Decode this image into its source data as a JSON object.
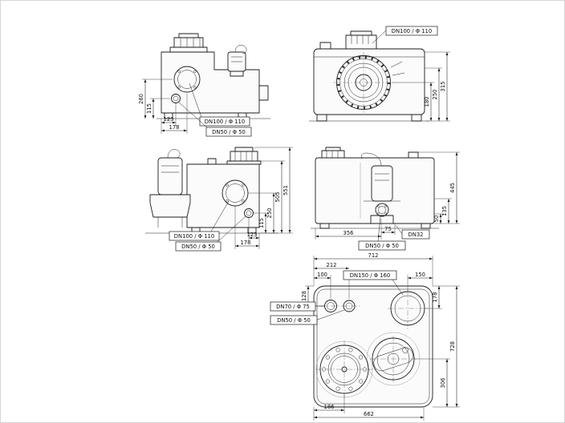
{
  "meta": {
    "background": "#ffffff",
    "ink": "#1c1c1c"
  },
  "views": {
    "side_left": {
      "dims": {
        "h260": "260",
        "h115": "115",
        "w123": "123",
        "w178": "178"
      },
      "labels": {
        "dn100": "DN100 /  Φ 110",
        "dn50": "DN50 /  Φ 50"
      }
    },
    "front": {
      "labels": {
        "dn100": "DN100 /  Φ 110"
      },
      "dims": {
        "h315": "315",
        "h250": "250",
        "h180": "180"
      }
    },
    "side_left_pump": {
      "dims": {
        "h505": "505",
        "h551": "551",
        "h250": "250",
        "h115": "115",
        "w123": "123",
        "w178": "178"
      },
      "labels": {
        "dn100": "DN100 /  Φ 110",
        "dn50": "DN50 /  Φ 50"
      }
    },
    "side_right": {
      "dims": {
        "h445": "445",
        "h135": "135",
        "h50": "50",
        "w356": "356",
        "w75": "75"
      },
      "labels": {
        "dn32": "DN32",
        "dn50": "DN50 /  Φ 50"
      }
    },
    "plan": {
      "dims": {
        "w712": "712",
        "w212": "212",
        "w100": "100",
        "w150": "150",
        "h128": "128",
        "h178": "178",
        "h728": "728",
        "h306": "306",
        "w186": "186",
        "w662": "662"
      },
      "labels": {
        "dn150": "DN150 /  Φ 160",
        "dn70": "DN70 /  Φ 75",
        "dn50": "DN50 /  Φ 50"
      }
    }
  }
}
